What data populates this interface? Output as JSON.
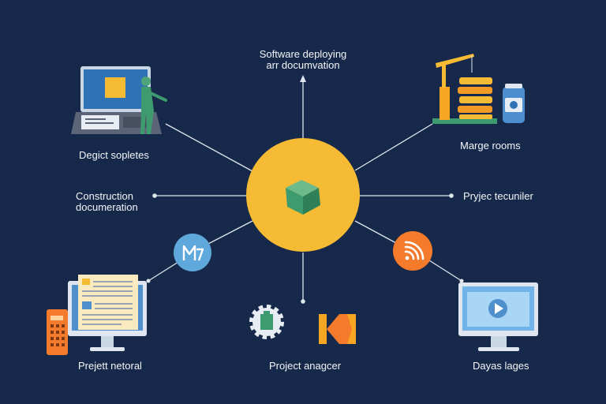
{
  "colors": {
    "background": "#17294a",
    "hub": "#f6bb34",
    "line": "#dfe6ef",
    "accent_blue": "#5fa8dc",
    "accent_orange": "#f37b2b",
    "cube_green": "#3e9b6f"
  },
  "labels": {
    "top": {
      "line1": "Software deploying",
      "line2": "arr documvation"
    },
    "top_left": "Degict sopletes",
    "left": {
      "line1": "Construction",
      "line2": "documeration"
    },
    "top_right": "Marge rooms",
    "right": "Pryjec tecuniler",
    "bottom_left": "Prejett netoral",
    "bottom": "Project anagcer",
    "bottom_right": "Dayas lages"
  },
  "badges": {
    "left_badge_text": "M",
    "left_badge_icon": "m-logo-icon",
    "right_badge_icon": "wifi-signal-icon"
  },
  "icons": {
    "hub": "cube-icon",
    "top_left": "laptop-with-person-icon",
    "top_right": "crane-stack-icon",
    "bottom_left": "monitor-document-icon",
    "bottom": "gear-and-skip-icon",
    "bottom_right": "monitor-play-icon"
  }
}
